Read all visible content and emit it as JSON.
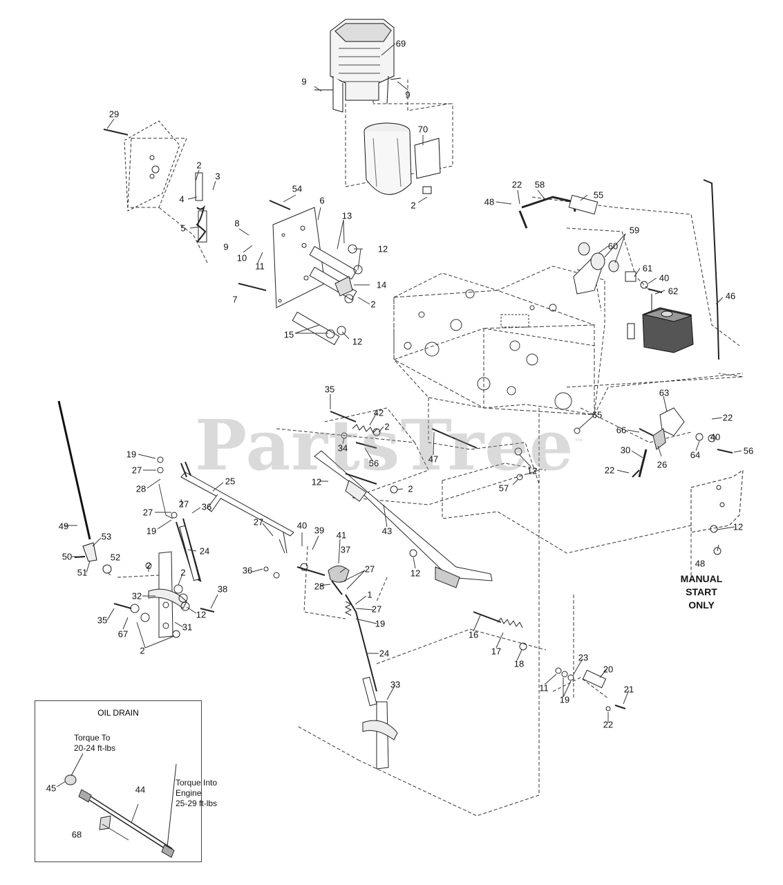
{
  "watermark": {
    "brand": "PartsTree",
    "mark": "™"
  },
  "callouts": {
    "c69": "69",
    "c9a": "9",
    "c9b": "9",
    "c70": "70",
    "c2a": "2",
    "c29": "29",
    "c2b": "2",
    "c3": "3",
    "c4": "4",
    "c5": "5",
    "c54": "54",
    "c6": "6",
    "c13": "13",
    "c8": "8",
    "c9c": "9",
    "c10": "10",
    "c11a": "11",
    "c12a": "12",
    "c14": "14",
    "c7": "7",
    "c2c": "2",
    "c15": "15",
    "c12b": "12",
    "c22a": "22",
    "c58": "58",
    "c55": "55",
    "c48a": "48",
    "c59": "59",
    "c60": "60",
    "c61": "61",
    "c40a": "40",
    "c62": "62",
    "c46": "46",
    "c35a": "35",
    "c42": "42",
    "c2d": "2",
    "c34": "34",
    "c56a": "56",
    "c47": "47",
    "c12c": "12",
    "c57": "57",
    "c12d": "12",
    "c2e": "2",
    "c43": "43",
    "c12e": "12",
    "c63": "63",
    "c65": "65",
    "c22b": "22",
    "c66": "66",
    "c40b": "40",
    "c30": "30",
    "c26": "26",
    "c64": "64",
    "c56b": "56",
    "c22c": "22",
    "c12f": "12",
    "c48b": "48",
    "c19a": "19",
    "c27a": "27",
    "c28a": "28",
    "c25": "25",
    "c27b": "27",
    "c36a": "36",
    "c27c": "27",
    "c19b": "19",
    "c24a": "24",
    "c49": "49",
    "c53": "53",
    "c50": "50",
    "c51": "51",
    "c52": "52",
    "c2f": "2",
    "c2g": "2",
    "c32": "32",
    "c12g": "12",
    "c38": "38",
    "c35b": "35",
    "c67": "67",
    "c31": "31",
    "c2h": "2",
    "c27d": "27",
    "c36b": "36",
    "c40c": "40",
    "c39": "39",
    "c41": "41",
    "c37": "37",
    "c27e": "27",
    "c28b": "28",
    "c1": "1",
    "c27f": "27",
    "c19c": "19",
    "c24b": "24",
    "c33": "33",
    "c16": "16",
    "c17": "17",
    "c18": "18",
    "c11b": "11",
    "c19d": "19",
    "c23": "23",
    "c20": "20",
    "c21": "21",
    "c22d": "22",
    "c45": "45",
    "c44": "44",
    "c68": "68"
  },
  "manual_start_note": [
    "MANUAL",
    "START",
    "ONLY"
  ],
  "oil_drain": {
    "title": "OIL DRAIN",
    "torque_to": [
      "Torque To",
      "20-24 ft-lbs"
    ],
    "torque_into": [
      "Torque Into",
      "Engine",
      "25-29 ft-lbs"
    ]
  }
}
